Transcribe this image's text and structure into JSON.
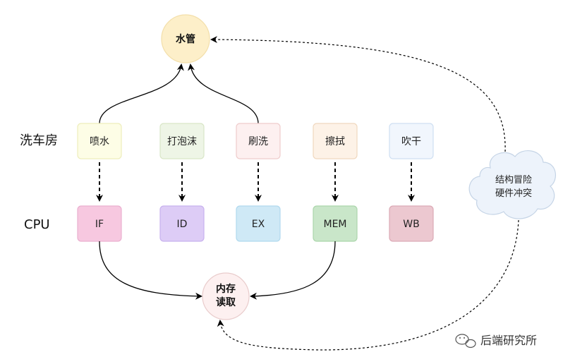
{
  "rows": {
    "wash_label": "洗车房",
    "cpu_label": "CPU"
  },
  "wash_steps": [
    "喷水",
    "打泡沫",
    "刷洗",
    "擦拭",
    "吹干"
  ],
  "cpu_stages": [
    "IF",
    "ID",
    "EX",
    "MEM",
    "WB"
  ],
  "water_pipe": {
    "label": "水管"
  },
  "memory": {
    "line1": "内存",
    "line2": "读取"
  },
  "hazard_cloud": {
    "line1": "结构冒险",
    "line2": "硬件冲突"
  },
  "watermark": {
    "text": "后端研究所"
  },
  "colors": {
    "wash_fills": [
      "#fdfde6",
      "#eef5e6",
      "#fdf0f0",
      "#fdf2e7",
      "#f1f6fd"
    ],
    "wash_strokes": [
      "#eeeebb",
      "#d9e6c7",
      "#efcccc",
      "#f0d8bf",
      "#cfdff2"
    ],
    "cpu_fills": [
      "#f7c8e0",
      "#ddccf6",
      "#cfe9f6",
      "#c9e6c9",
      "#ecc8d0"
    ],
    "cpu_strokes": [
      "#eab0cf",
      "#c8b2ee",
      "#b1d9ee",
      "#acd6ac",
      "#dcaab6"
    ],
    "water_fill": "#fdefc9",
    "water_stroke": "#f3dfaa",
    "memory_fill": "#fdf0f0",
    "memory_stroke": "#e9cccc",
    "cloud_fill": "#edf3fb",
    "cloud_stroke": "#c5d4e6"
  }
}
